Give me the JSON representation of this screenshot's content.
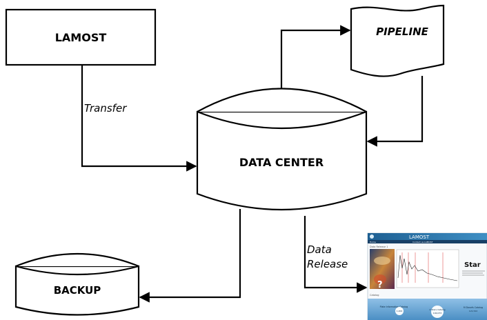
{
  "nodes": {
    "lamost": "LAMOST",
    "pipeline": "PIPELINE",
    "data_center": "DATA CENTER",
    "backup": "BACKUP"
  },
  "edges": {
    "transfer": "Transfer",
    "data_release_line1": "Data",
    "data_release_line2": "Release"
  },
  "screenshot": {
    "header_title": "LAMOST",
    "nav": [
      "Home",
      "Contact us",
      "LAMOST"
    ],
    "section_label": "Data Release 1",
    "star_label": "Star",
    "question_mark": "?",
    "catalog_label": "Catalog",
    "catalogs": [
      {
        "name": "Plate Information Catalog",
        "count": "1,202"
      },
      {
        "name": "A Stars Catalog",
        "count": "100,073"
      },
      {
        "name": "M Dwarfs Catalog",
        "count": "121,522"
      }
    ]
  }
}
